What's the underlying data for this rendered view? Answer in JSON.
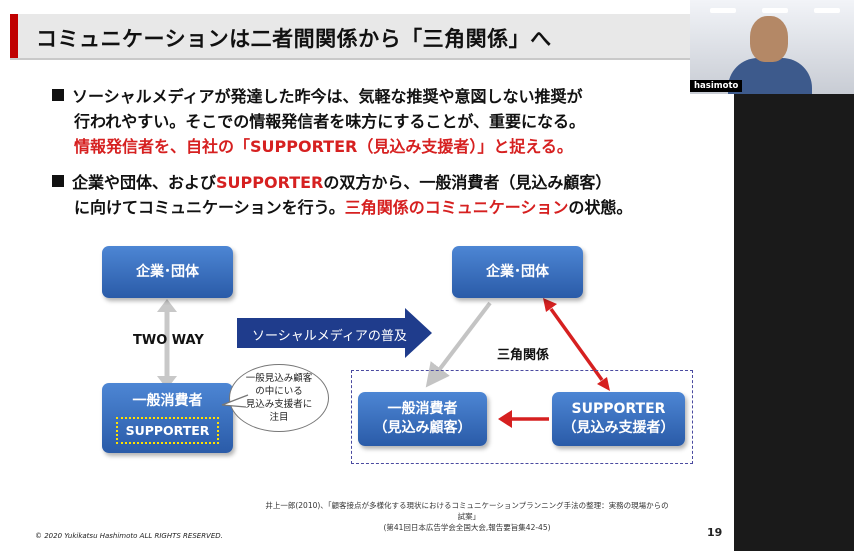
{
  "slide": {
    "title": "コミュニケーションは二者間関係から「三角関係」へ",
    "bullets": {
      "b1_line1": "ソーシャルメディアが発達した昨今は、気軽な推奨や意図しない推奨が",
      "b1_line2": "行われやすい。そこでの情報発信者を味方にすることが、重要になる。",
      "b1_line3": "情報発信者を、自社の「SUPPORTER（見込み支援者）」と捉える。",
      "b2_line1_a": "企業や団体、および",
      "b2_line1_red": "SUPPORTER",
      "b2_line1_b": "の双方から、一般消費者（見込み顧客）",
      "b2_line2_a": "に向けてコミュニケーションを行う。",
      "b2_line2_red": "三角関係のコミュニケーション",
      "b2_line2_b": "の状態。"
    },
    "diagram": {
      "left_company": "企業･団体",
      "two_way": "TWO WAY",
      "left_consumer": "一般消費者",
      "left_supporter": "SUPPORTER",
      "bubble_line1": "一般見込み顧客",
      "bubble_line2": "の中にいる",
      "bubble_line3": "見込み支援者に",
      "bubble_line4": "注目",
      "arrow_label": "ソーシャルメディアの普及",
      "right_company": "企業･団体",
      "triangle_label": "三角関係",
      "right_consumer_line1": "一般消費者",
      "right_consumer_line2": "（見込み顧客）",
      "right_supporter_line1": "SUPPORTER",
      "right_supporter_line2": "（見込み支援者）"
    },
    "citation_line1": "井上一郎(2010)、｢顧客接点が多様化する現状におけるコミュニケーションプランニング手法の整理：実務の現場からの試案｣",
    "citation_line2": "(第41回日本広告学会全国大会,報告要旨集42-45)",
    "copyright": "© 2020 Yukikatsu Hashimoto  ALL RIGHTS RESERVED.",
    "page_number": "19"
  },
  "video": {
    "participant_name": "hasimoto"
  },
  "colors": {
    "accent_red": "#d62020",
    "box_blue": "#3a6fc0",
    "arrow_navy": "#1f3c8c",
    "supporter_dots": "#ffe000"
  }
}
